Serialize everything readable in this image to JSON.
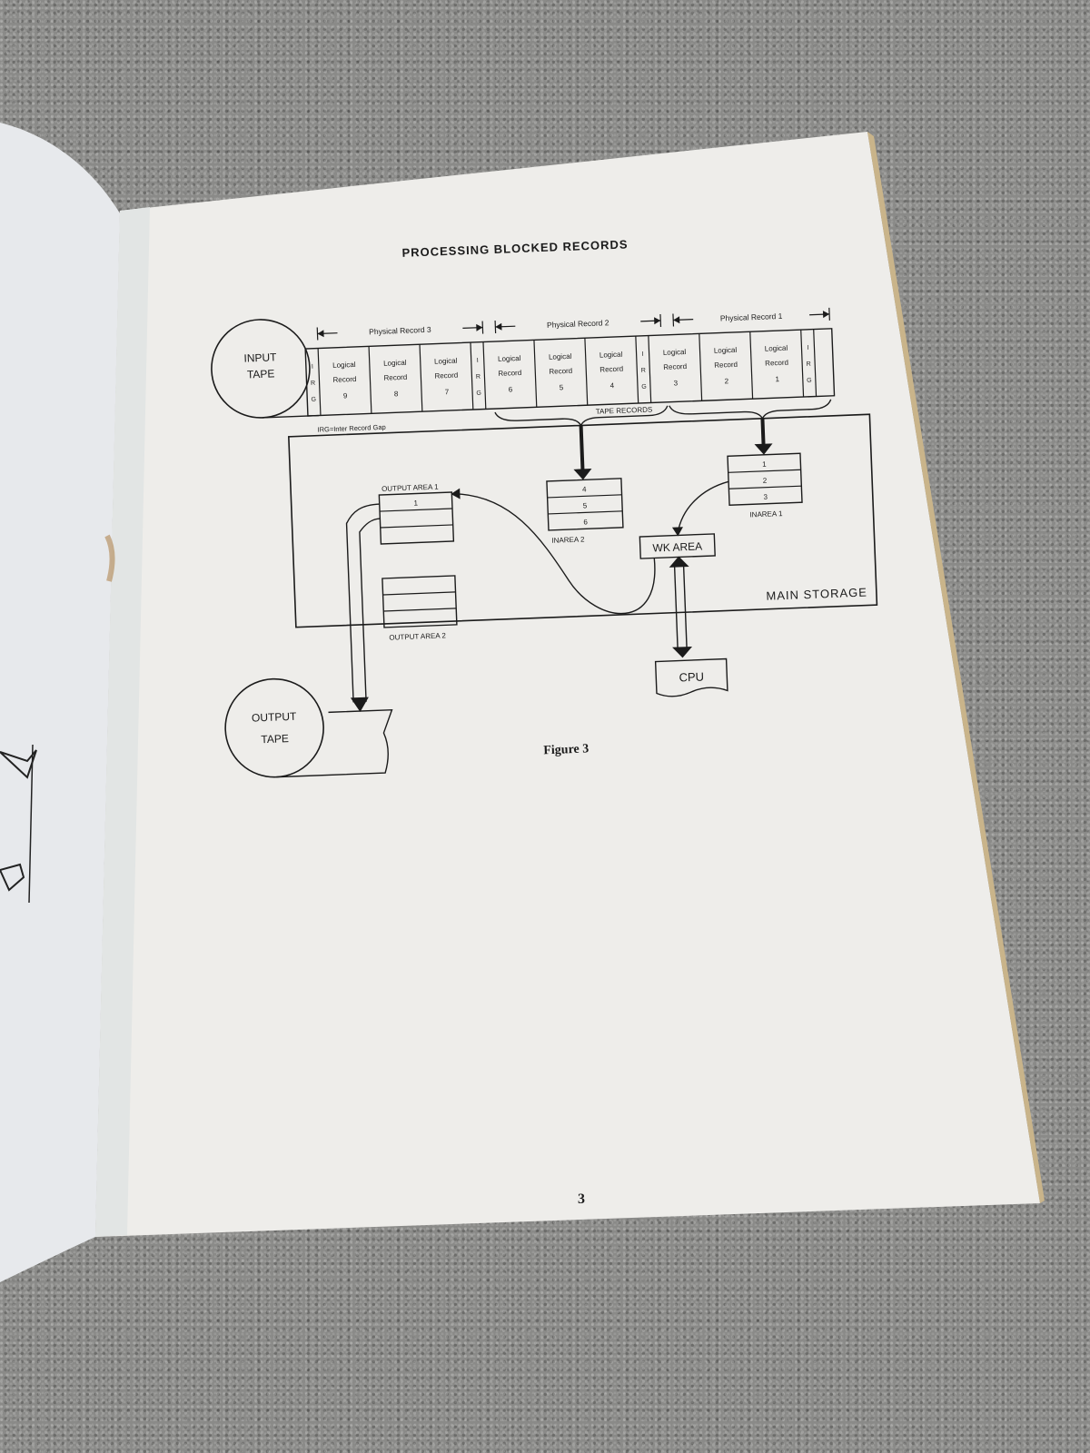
{
  "title": "PROCESSING BLOCKED RECORDS",
  "input_tape": {
    "line1": "INPUT",
    "line2": "TAPE"
  },
  "output_tape": {
    "line1": "OUTPUT",
    "line2": "TAPE"
  },
  "physical_records": [
    {
      "label": "Physical Record 3"
    },
    {
      "label": "Physical Record 2"
    },
    {
      "label": "Physical Record 1"
    }
  ],
  "logical_records": [
    {
      "word1": "Logical",
      "word2": "Record",
      "num": "9"
    },
    {
      "word1": "Logical",
      "word2": "Record",
      "num": "8"
    },
    {
      "word1": "Logical",
      "word2": "Record",
      "num": "7"
    },
    {
      "word1": "Logical",
      "word2": "Record",
      "num": "6"
    },
    {
      "word1": "Logical",
      "word2": "Record",
      "num": "5"
    },
    {
      "word1": "Logical",
      "word2": "Record",
      "num": "4"
    },
    {
      "word1": "Logical",
      "word2": "Record",
      "num": "3"
    },
    {
      "word1": "Logical",
      "word2": "Record",
      "num": "2"
    },
    {
      "word1": "Logical",
      "word2": "Record",
      "num": "1"
    }
  ],
  "irg_letters": {
    "i": "I",
    "r": "R",
    "g": "G"
  },
  "irg_note": "IRG=Inter Record Gap",
  "tape_records_label": "TAPE RECORDS",
  "inarea1": {
    "label": "INAREA 1",
    "rows": [
      "1",
      "2",
      "3"
    ]
  },
  "inarea2": {
    "label": "INAREA 2",
    "rows": [
      "4",
      "5",
      "6"
    ]
  },
  "output_area1": {
    "label": "OUTPUT AREA 1",
    "rows": [
      "1",
      "",
      ""
    ]
  },
  "output_area2": {
    "label": "OUTPUT AREA 2"
  },
  "wk_area": "WK AREA",
  "main_storage": "MAIN STORAGE",
  "cpu": "CPU",
  "figure_caption": "Figure 3",
  "page_number": "3",
  "colors": {
    "paper": "#eeedea",
    "ink": "#1b1b1b",
    "carpet": "#8a8a88"
  }
}
